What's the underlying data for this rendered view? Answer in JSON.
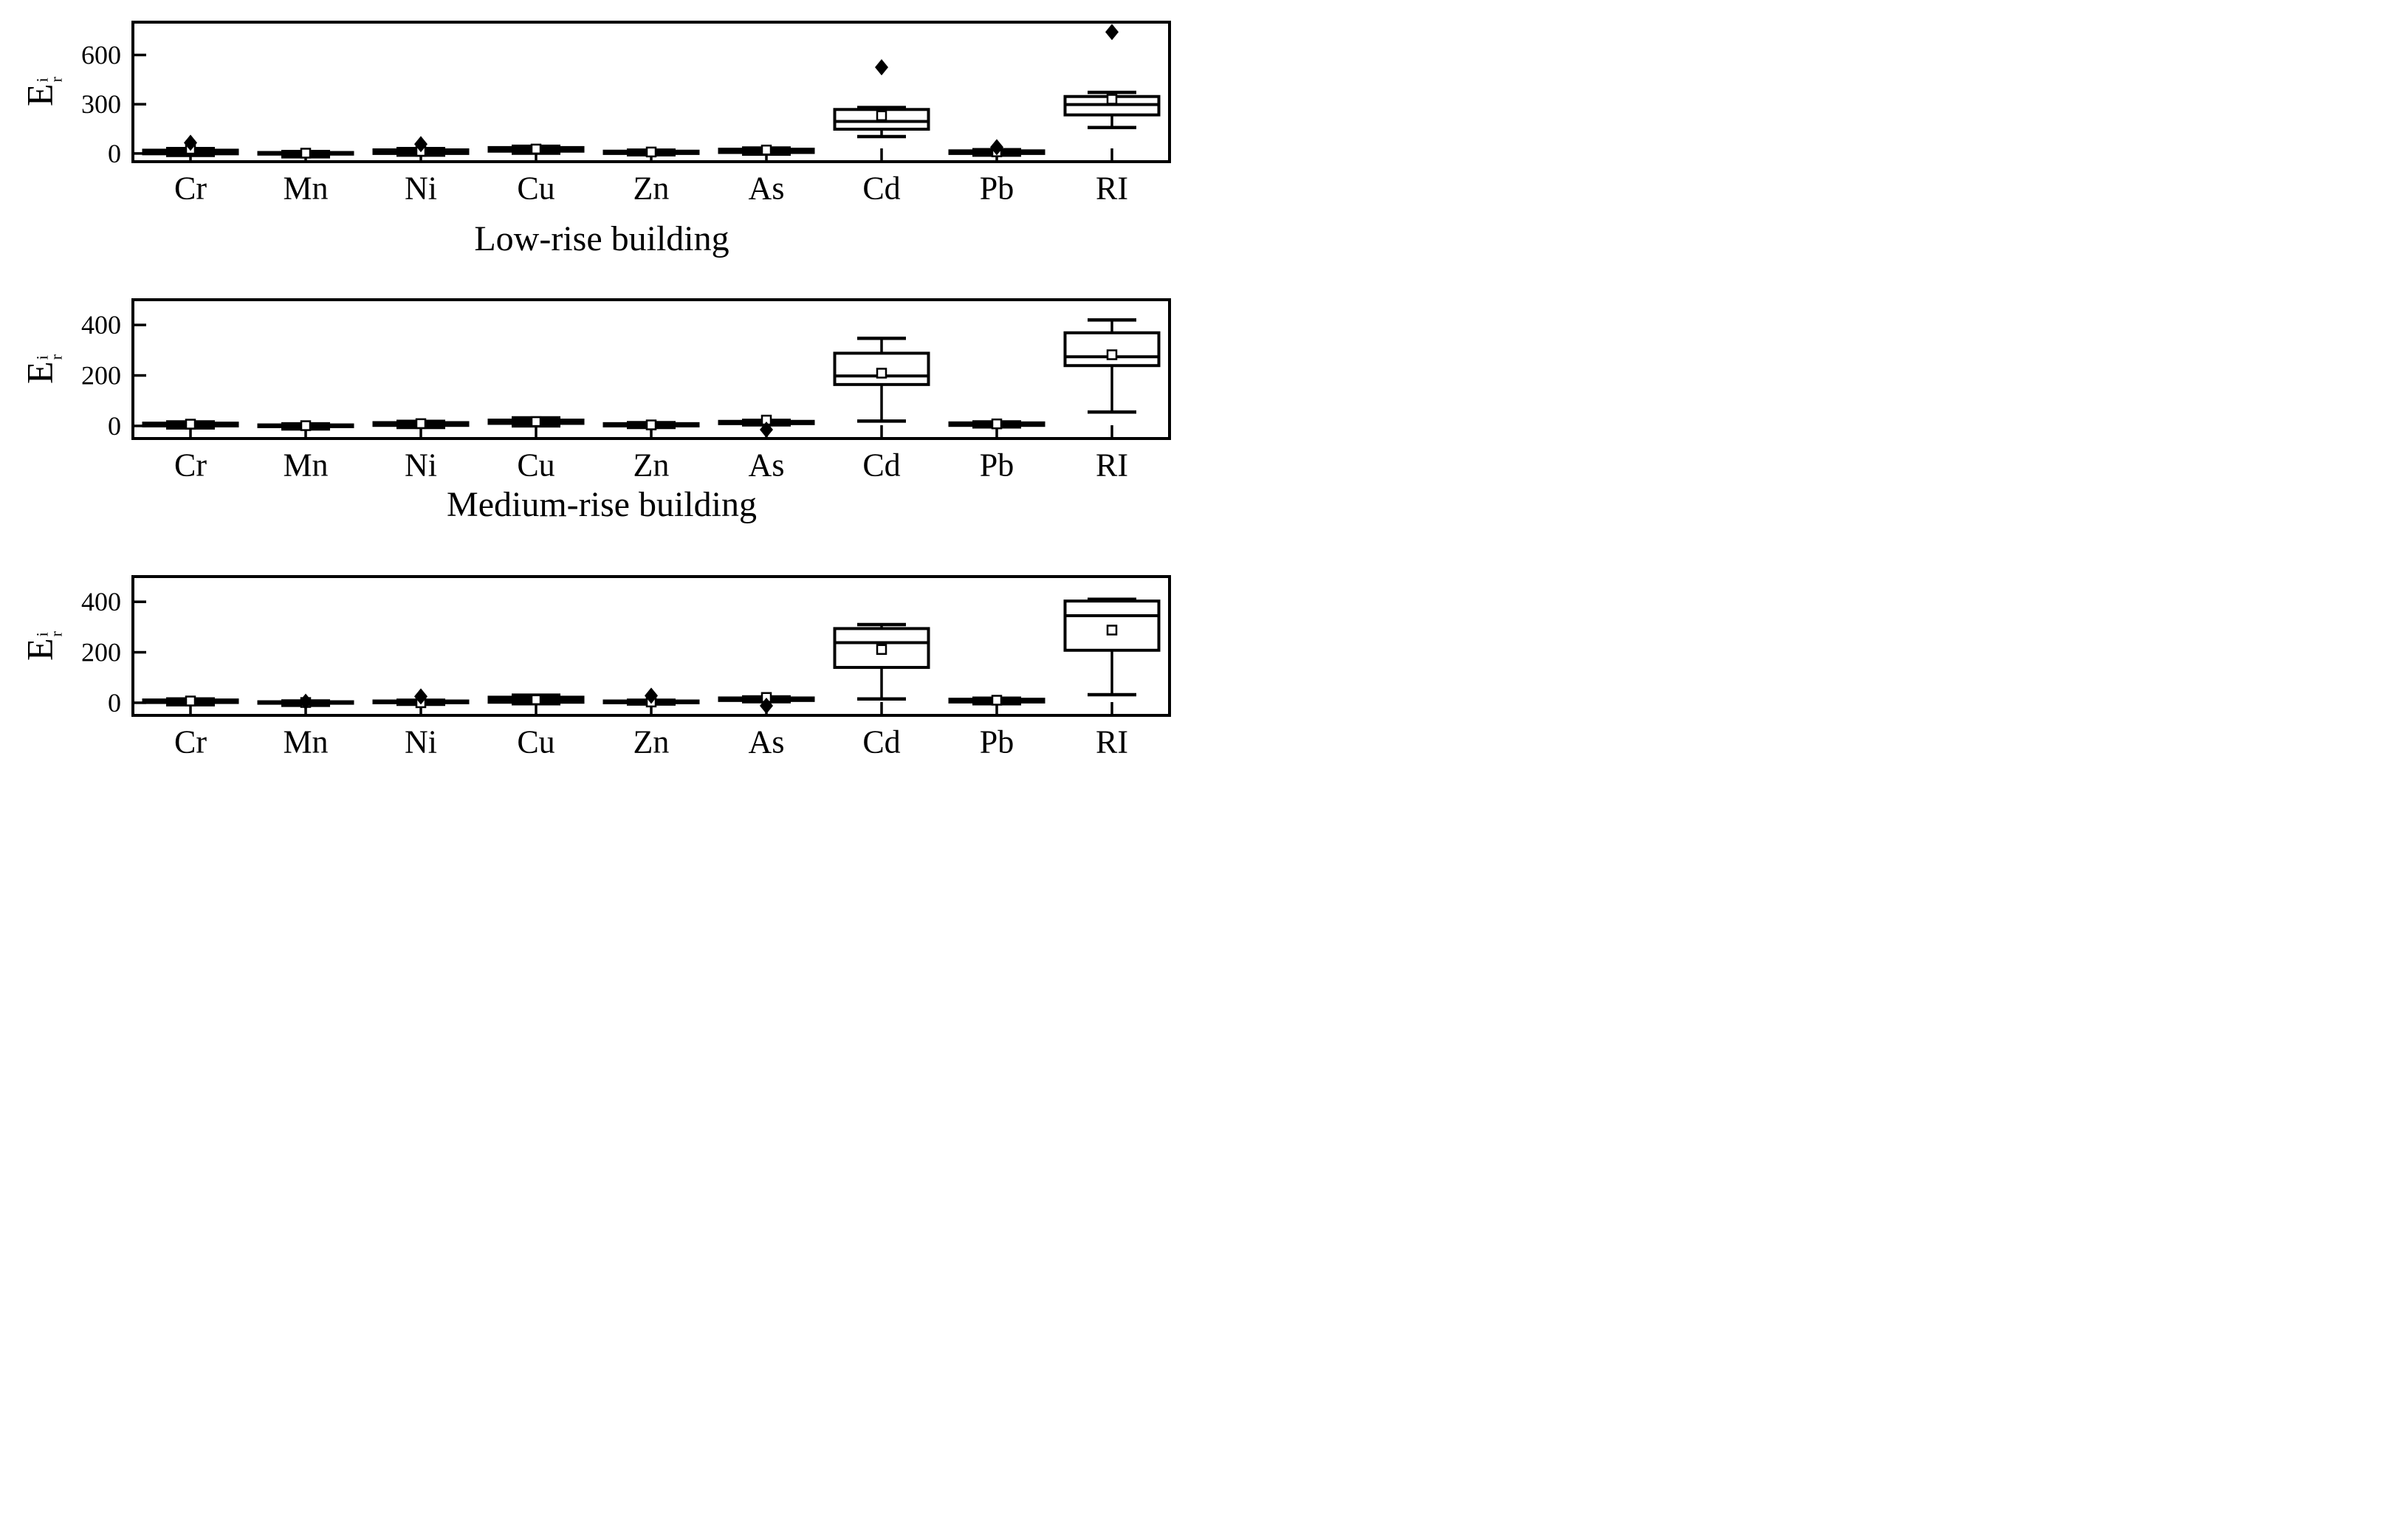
{
  "page": {
    "background": "#ffffff",
    "foreground": "#000000"
  },
  "ylabel": {
    "base": "E",
    "sup": "i",
    "sub": "r"
  },
  "categories": [
    "Cr",
    "Mn",
    "Ni",
    "Cu",
    "Zn",
    "As",
    "Cd",
    "Pb",
    "RI"
  ],
  "chart_data": [
    {
      "type": "box",
      "title": "Low-rise building",
      "ylabel": "E_r^i",
      "categories": [
        "Cr",
        "Mn",
        "Ni",
        "Cu",
        "Zn",
        "As",
        "Cd",
        "Pb",
        "RI"
      ],
      "ylim": [
        -50,
        800
      ],
      "yticks": [
        0,
        300,
        600
      ],
      "grid": false,
      "legend": false,
      "series": [
        {
          "name": "Cr",
          "whislo": -12,
          "q1": -2,
          "med": 8,
          "q3": 20,
          "whishi": 30,
          "mean": 26,
          "outliers": [
            65
          ]
        },
        {
          "name": "Mn",
          "whislo": -20,
          "q1": -4,
          "med": 0,
          "q3": 6,
          "whishi": 12,
          "mean": 2,
          "outliers": []
        },
        {
          "name": "Ni",
          "whislo": -10,
          "q1": 0,
          "med": 10,
          "q3": 22,
          "whishi": 30,
          "mean": 13,
          "outliers": [
            57
          ]
        },
        {
          "name": "Cu",
          "whislo": 2,
          "q1": 14,
          "med": 24,
          "q3": 36,
          "whishi": 44,
          "mean": 27,
          "outliers": []
        },
        {
          "name": "Zn",
          "whislo": -8,
          "q1": 0,
          "med": 6,
          "q3": 14,
          "whishi": 20,
          "mean": 9,
          "outliers": []
        },
        {
          "name": "As",
          "whislo": -4,
          "q1": 6,
          "med": 15,
          "q3": 26,
          "whishi": 33,
          "mean": 21,
          "outliers": []
        },
        {
          "name": "Cd",
          "whislo": 103,
          "q1": 148,
          "med": 195,
          "q3": 268,
          "whishi": 280,
          "mean": 230,
          "outliers": [
            525
          ]
        },
        {
          "name": "Pb",
          "whislo": -10,
          "q1": 0,
          "med": 7,
          "q3": 16,
          "whishi": 23,
          "mean": 10,
          "outliers": [
            38
          ]
        },
        {
          "name": "RI",
          "whislo": 158,
          "q1": 235,
          "med": 298,
          "q3": 347,
          "whishi": 372,
          "mean": 330,
          "outliers": [
            740
          ]
        }
      ]
    },
    {
      "type": "box",
      "title": "Medium-rise building",
      "ylabel": "E_r^i",
      "categories": [
        "Cr",
        "Mn",
        "Ni",
        "Cu",
        "Zn",
        "As",
        "Cd",
        "Pb",
        "RI"
      ],
      "ylim": [
        -50,
        500
      ],
      "yticks": [
        0,
        200,
        400
      ],
      "grid": false,
      "legend": false,
      "series": [
        {
          "name": "Cr",
          "whislo": -8,
          "q1": 0,
          "med": 5,
          "q3": 11,
          "whishi": 16,
          "mean": 7,
          "outliers": []
        },
        {
          "name": "Mn",
          "whislo": -12,
          "q1": -3,
          "med": 0,
          "q3": 4,
          "whishi": 8,
          "mean": 1,
          "outliers": []
        },
        {
          "name": "Ni",
          "whislo": -6,
          "q1": 2,
          "med": 7,
          "q3": 13,
          "whishi": 18,
          "mean": 9,
          "outliers": []
        },
        {
          "name": "Cu",
          "whislo": 0,
          "q1": 10,
          "med": 17,
          "q3": 23,
          "whishi": 32,
          "mean": 17,
          "outliers": []
        },
        {
          "name": "Zn",
          "whislo": -6,
          "q1": 0,
          "med": 4,
          "q3": 9,
          "whishi": 13,
          "mean": 4,
          "outliers": []
        },
        {
          "name": "As",
          "whislo": 4,
          "q1": 9,
          "med": 13,
          "q3": 18,
          "whishi": 22,
          "mean": 23,
          "outliers": [
            -15
          ]
        },
        {
          "name": "Cd",
          "whislo": 19,
          "q1": 164,
          "med": 198,
          "q3": 288,
          "whishi": 347,
          "mean": 209,
          "outliers": []
        },
        {
          "name": "Pb",
          "whislo": -4,
          "q1": 2,
          "med": 6,
          "q3": 12,
          "whishi": 16,
          "mean": 8,
          "outliers": []
        },
        {
          "name": "RI",
          "whislo": 55,
          "q1": 239,
          "med": 274,
          "q3": 369,
          "whishi": 420,
          "mean": 282,
          "outliers": []
        }
      ]
    },
    {
      "type": "box",
      "title": "",
      "ylabel": "E_r^i",
      "categories": [
        "Cr",
        "Mn",
        "Ni",
        "Cu",
        "Zn",
        "As",
        "Cd",
        "Pb",
        "RI"
      ],
      "ylim": [
        -50,
        500
      ],
      "yticks": [
        0,
        200,
        400
      ],
      "grid": false,
      "legend": false,
      "series": [
        {
          "name": "Cr",
          "whislo": -8,
          "q1": 1,
          "med": 5,
          "q3": 11,
          "whishi": 15,
          "mean": 7,
          "outliers": []
        },
        {
          "name": "Mn",
          "whislo": -10,
          "q1": -2,
          "med": 1,
          "q3": 4,
          "whishi": 7,
          "mean": 1,
          "outliers": [
            4
          ]
        },
        {
          "name": "Ni",
          "whislo": -6,
          "q1": 0,
          "med": 3,
          "q3": 7,
          "whishi": 10,
          "mean": 0,
          "outliers": [
            25
          ]
        },
        {
          "name": "Cu",
          "whislo": -4,
          "q1": 2,
          "med": 12,
          "q3": 22,
          "whishi": 30,
          "mean": 12,
          "outliers": []
        },
        {
          "name": "Zn",
          "whislo": -5,
          "q1": 0,
          "med": 3,
          "q3": 7,
          "whishi": 10,
          "mean": 3,
          "outliers": [
            28
          ]
        },
        {
          "name": "As",
          "whislo": 4,
          "q1": 9,
          "med": 14,
          "q3": 19,
          "whishi": 23,
          "mean": 21,
          "outliers": [
            -12
          ]
        },
        {
          "name": "Cd",
          "whislo": 15,
          "q1": 140,
          "med": 238,
          "q3": 294,
          "whishi": 310,
          "mean": 211,
          "outliers": []
        },
        {
          "name": "Pb",
          "whislo": -4,
          "q1": 3,
          "med": 8,
          "q3": 14,
          "whishi": 18,
          "mean": 10,
          "outliers": []
        },
        {
          "name": "RI",
          "whislo": 32,
          "q1": 208,
          "med": 345,
          "q3": 403,
          "whishi": 410,
          "mean": 288,
          "outliers": []
        }
      ]
    }
  ]
}
